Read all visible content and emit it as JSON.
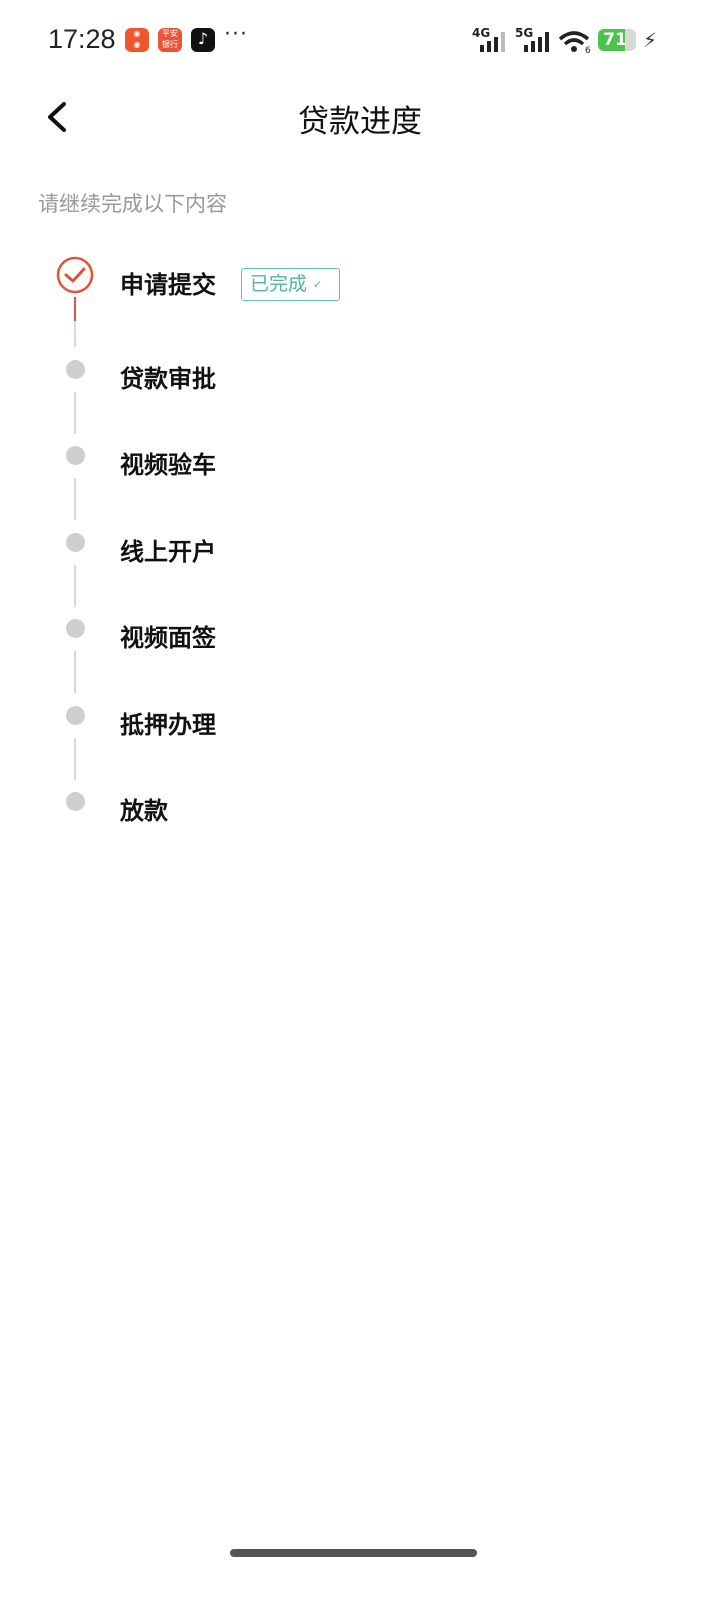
{
  "status_bar": {
    "time": "17:28",
    "apps": [
      "kuaishou-app-icon",
      "pingan-bank-app-icon",
      "douyin-app-icon"
    ],
    "more": "···",
    "network1": "4G",
    "network2": "5G",
    "wifi_sub": "6",
    "battery": "71",
    "battery_level_percent": 71,
    "charging": true
  },
  "header": {
    "title": "贷款进度",
    "back_icon": "chevron-left-icon"
  },
  "hint": "请继续完成以下内容",
  "colors": {
    "accent": "#e0543a",
    "done_badge": "#4fb3a6",
    "pending": "#cfcfcf"
  },
  "steps": [
    {
      "label": "申请提交",
      "status": "done",
      "badge": "已完成"
    },
    {
      "label": "贷款审批",
      "status": "pending"
    },
    {
      "label": "视频验车",
      "status": "pending"
    },
    {
      "label": "线上开户",
      "status": "pending"
    },
    {
      "label": "视频面签",
      "status": "pending"
    },
    {
      "label": "抵押办理",
      "status": "pending"
    },
    {
      "label": "放款",
      "status": "pending"
    }
  ]
}
